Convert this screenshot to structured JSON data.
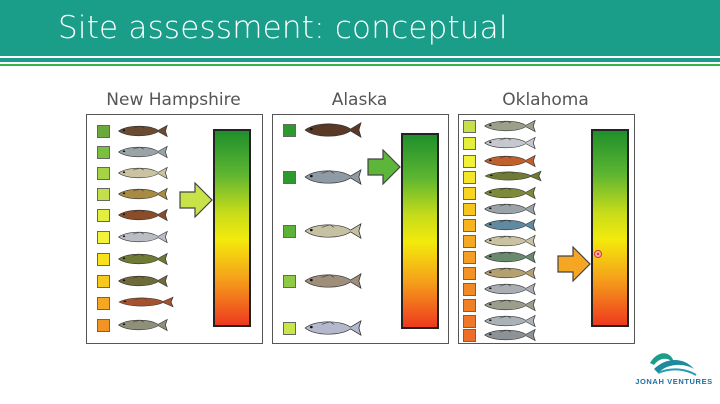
{
  "slide": {
    "title": "Site assessment: conceptual"
  },
  "panels": [
    {
      "label": "New Hampshire",
      "squares": [
        "#6aaa3a",
        "#7bbf3f",
        "#a6d343",
        "#c2e04b",
        "#e2ef3d",
        "#f2f23a",
        "#f7e21c",
        "#f6c91c",
        "#f4a722",
        "#f29325"
      ],
      "arrow_color": "#c8e24a"
    },
    {
      "label": "Alaska",
      "squares": [
        "#2e9a2e",
        "#2e9a2e",
        "#5bb236",
        "#8fca45",
        "#c8e54a"
      ],
      "arrow_color": "#5db53a"
    },
    {
      "label": "Oklahoma",
      "squares": [
        "#c6e04a",
        "#e4ee3b",
        "#f2f13a",
        "#f5e52a",
        "#f7d520",
        "#f6c51e",
        "#f5b420",
        "#f5a823",
        "#f49e25",
        "#f39326",
        "#f28927",
        "#f08027",
        "#ee7728",
        "#ec6e29"
      ],
      "arrow_color": "#f5a623"
    }
  ],
  "logo": {
    "text": "JONAH VENTURES",
    "color": "#1f6fa0"
  }
}
